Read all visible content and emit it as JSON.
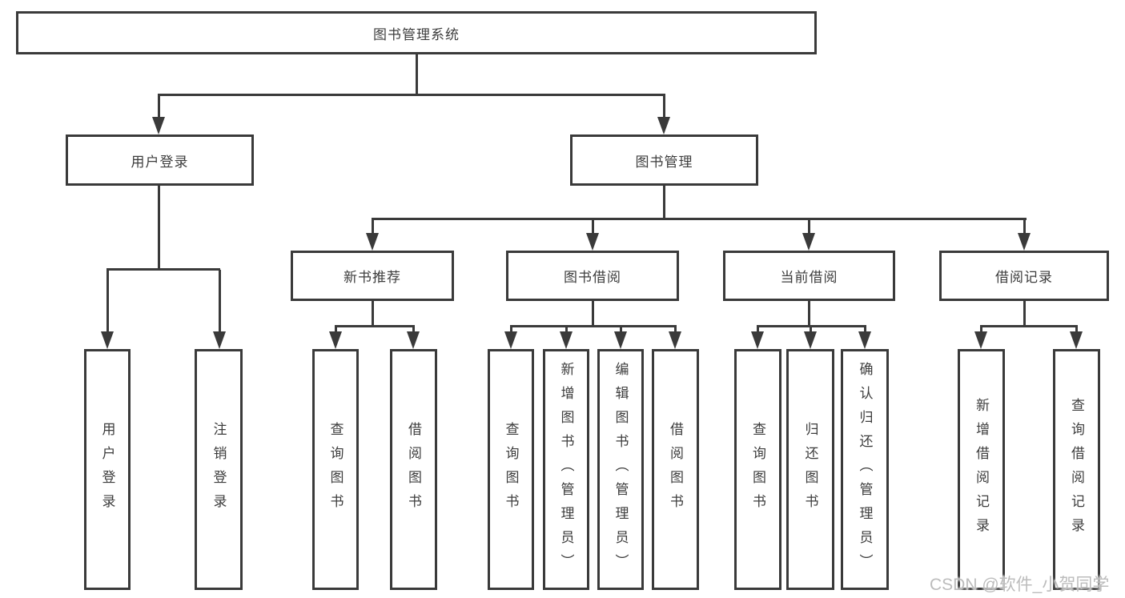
{
  "diagram": {
    "tree": {
      "label": "图书管理系统",
      "children": [
        {
          "label": "用户登录",
          "children": [
            {
              "label": "用户登录"
            },
            {
              "label": "注销登录"
            }
          ]
        },
        {
          "label": "图书管理",
          "children": [
            {
              "label": "新书推荐",
              "children": [
                {
                  "label": "查询图书"
                },
                {
                  "label": "借阅图书"
                }
              ]
            },
            {
              "label": "图书借阅",
              "children": [
                {
                  "label": "查询图书"
                },
                {
                  "label": "新增图书（管理员）"
                },
                {
                  "label": "编辑图书（管理员）"
                },
                {
                  "label": "借阅图书"
                }
              ]
            },
            {
              "label": "当前借阅",
              "children": [
                {
                  "label": "查询图书"
                },
                {
                  "label": "归还图书"
                },
                {
                  "label": "确认归还（管理员）"
                }
              ]
            },
            {
              "label": "借阅记录",
              "children": [
                {
                  "label": "新增借阅记录"
                },
                {
                  "label": "查询借阅记录"
                }
              ]
            }
          ]
        }
      ]
    }
  },
  "watermark": {
    "text": "CSDN @软件_小贺同学"
  },
  "colors": {
    "line": "#3a3a3a",
    "box_border": "#3a3a3a",
    "text": "#3d3d3d",
    "background": "#ffffff",
    "watermark": "#bcbcbc"
  }
}
